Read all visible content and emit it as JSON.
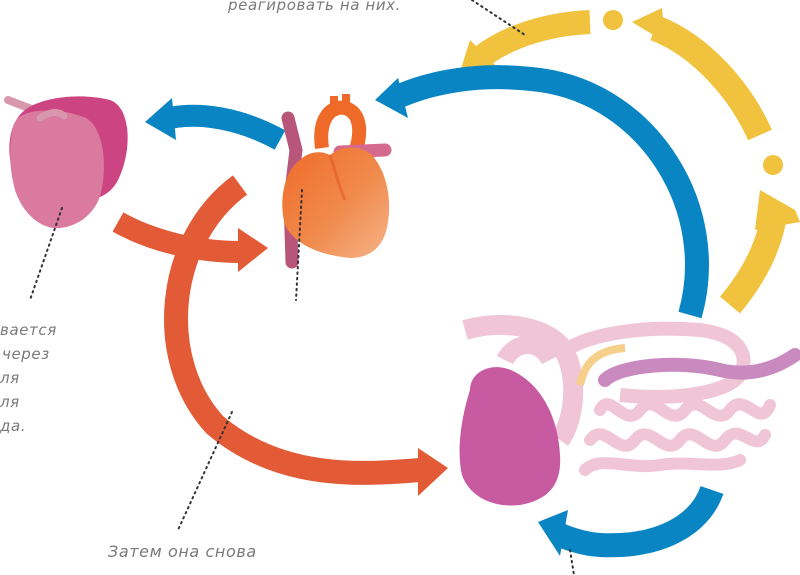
{
  "captions": {
    "top_left": "реагировать на них.",
    "left": [
      "вается",
      "через",
      "ля",
      "ля",
      "да."
    ],
    "bottom": "Затем она снова"
  },
  "colors": {
    "blue": "#0a85c4",
    "yellow": "#f1c23e",
    "red": "#e35a36",
    "liver": "#d97a9e",
    "liver_dark": "#cc4582",
    "pancreas": "#c75aa0",
    "intestine": "#f0c6d6",
    "colon": "#c98bbf",
    "heart_orange": "#ef6a28",
    "heart_light": "#f4a06a",
    "vessel": "#b8567a",
    "leader": "#333333"
  },
  "icons": [
    "liver-icon",
    "heart-icon",
    "digestive-organs-icon"
  ]
}
